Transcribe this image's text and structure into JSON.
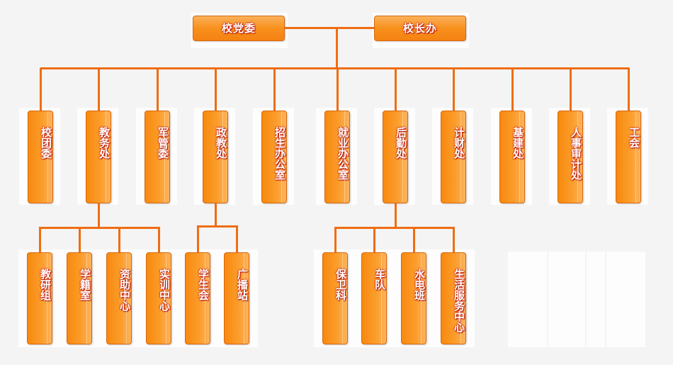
{
  "top_units": [
    {
      "id": "school-party-committee",
      "label": "校党委"
    },
    {
      "id": "principal-office",
      "label": "校长办"
    }
  ],
  "departments": [
    {
      "id": "youth-league",
      "label": "校团委",
      "children": []
    },
    {
      "id": "academic-affairs",
      "label": "教务处",
      "children": [
        {
          "id": "teaching-research",
          "label": "教研组"
        },
        {
          "id": "student-records",
          "label": "学籍室"
        },
        {
          "id": "financial-aid",
          "label": "资助中心"
        },
        {
          "id": "training-center",
          "label": "实训中心"
        }
      ]
    },
    {
      "id": "military-management",
      "label": "军管委",
      "children": []
    },
    {
      "id": "political-education",
      "label": "政教处",
      "children": [
        {
          "id": "student-union",
          "label": "学生会"
        },
        {
          "id": "broadcast-station",
          "label": "广播站"
        }
      ]
    },
    {
      "id": "admissions-office",
      "label": "招生办公室",
      "children": []
    },
    {
      "id": "employment-office",
      "label": "就业办公室",
      "children": []
    },
    {
      "id": "logistics",
      "label": "后勤处",
      "children": [
        {
          "id": "security-section",
          "label": "保卫科"
        },
        {
          "id": "motor-pool",
          "label": "车队"
        },
        {
          "id": "utilities-team",
          "label": "水电班"
        },
        {
          "id": "life-services-center",
          "label": "生活服务中心"
        }
      ]
    },
    {
      "id": "finance-office",
      "label": "计财处",
      "children": []
    },
    {
      "id": "construction-office",
      "label": "基建处",
      "children": []
    },
    {
      "id": "personnel-audit",
      "label": "人事审计处",
      "children": []
    },
    {
      "id": "labor-union",
      "label": "工会",
      "children": []
    }
  ],
  "colors": {
    "line": "#ef6d12",
    "box": "#f8901c",
    "text": "#ffffff",
    "text_outline": "#c0190b"
  }
}
